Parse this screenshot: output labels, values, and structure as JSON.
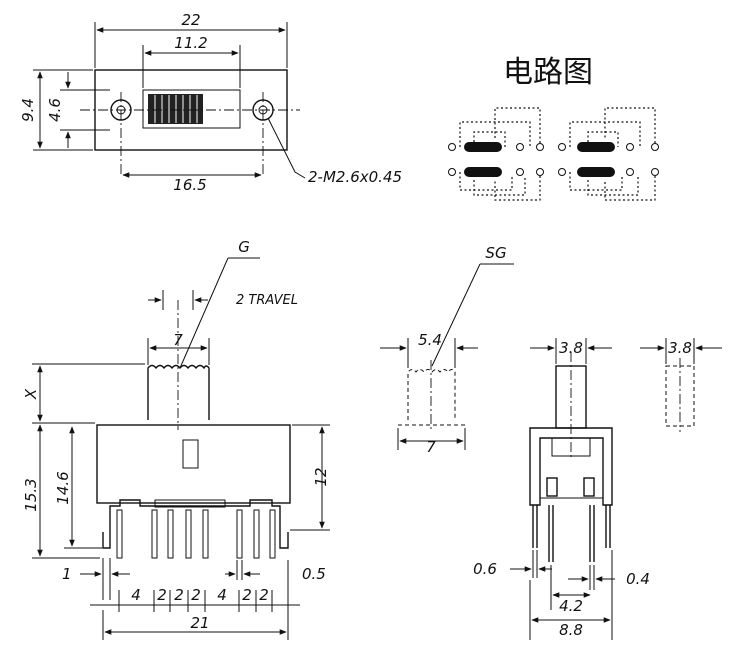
{
  "circuit": {
    "title": "电路图"
  },
  "top_view": {
    "width": "22",
    "slot_width": "11.2",
    "height": "9.4",
    "hole_pitch_vertical": "4.6",
    "hole_spacing": "16.5",
    "screw_note": "2-M2.6x0.45"
  },
  "front_view": {
    "actuator_label": "G",
    "travel": "2 TRAVEL",
    "actuator_width": "7",
    "actuator_height": "X",
    "total_height": "15.3",
    "body_height_left": "14.6",
    "body_height_right": "12",
    "pin_left_offset": "1",
    "pin_thickness": "0.5",
    "pin_spacings": [
      "4",
      "2",
      "2",
      "2",
      "4",
      "2",
      "2"
    ],
    "total_width": "21"
  },
  "sg_view": {
    "label": "SG",
    "top_width": "5.4",
    "base_width": "7"
  },
  "side_view": {
    "actuator_width": "3.8",
    "alt_actuator_width": "3.8",
    "pin_width": "0.6",
    "pin_offset": "0.4",
    "pin_spacing": "4.2",
    "total_width": "8.8"
  }
}
